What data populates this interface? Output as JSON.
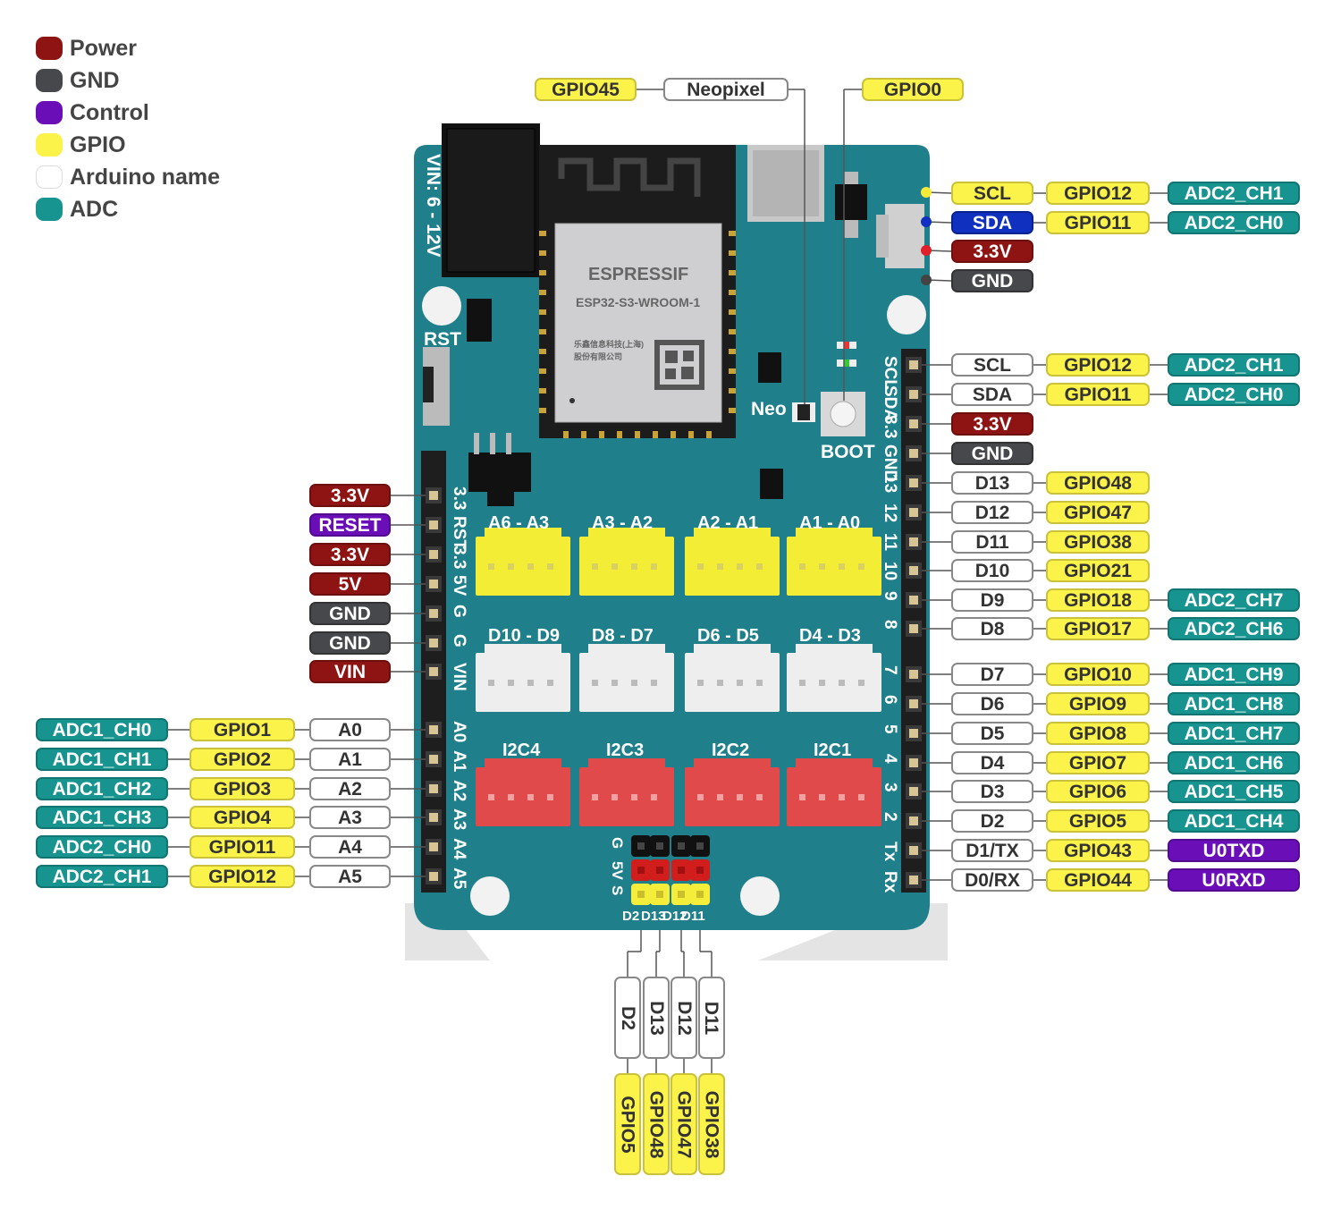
{
  "legend": [
    {
      "label": "Power",
      "color": "#8e1414"
    },
    {
      "label": "GND",
      "color": "#47484b"
    },
    {
      "label": "Control",
      "color": "#6a0fb8"
    },
    {
      "label": "GPIO",
      "color": "#fbf24a"
    },
    {
      "label": "Arduino name",
      "color": "#ffffff"
    },
    {
      "label": "ADC",
      "color": "#17948f"
    }
  ],
  "colors": {
    "board": "#1f7f8a",
    "power": "#8e1414",
    "gnd": "#47484b",
    "control": "#6a0fb8",
    "gpio": "#fbf24a",
    "arduino": "#ffffff",
    "adc": "#17948f"
  },
  "top_labels": {
    "gpio45": "GPIO45",
    "neopixel": "Neopixel",
    "gpio0": "GPIO0"
  },
  "i2c_header": [
    [
      "SCL",
      "GPIO12",
      "ADC2_CH1"
    ],
    [
      "SDA",
      "GPIO11",
      "ADC2_CH0"
    ],
    [
      "3.3V"
    ],
    [
      "GND"
    ]
  ],
  "right_header": [
    [
      "SCL",
      "GPIO12",
      "ADC2_CH1"
    ],
    [
      "SDA",
      "GPIO11",
      "ADC2_CH0"
    ],
    [
      "3.3V"
    ],
    [
      "GND"
    ],
    [
      "D13",
      "GPIO48"
    ],
    [
      "D12",
      "GPIO47"
    ],
    [
      "D11",
      "GPIO38"
    ],
    [
      "D10",
      "GPIO21"
    ],
    [
      "D9",
      "GPIO18",
      "ADC2_CH7"
    ],
    [
      "D8",
      "GPIO17",
      "ADC2_CH6"
    ],
    [
      "D7",
      "GPIO10",
      "ADC1_CH9"
    ],
    [
      "D6",
      "GPIO9",
      "ADC1_CH8"
    ],
    [
      "D5",
      "GPIO8",
      "ADC1_CH7"
    ],
    [
      "D4",
      "GPIO7",
      "ADC1_CH6"
    ],
    [
      "D3",
      "GPIO6",
      "ADC1_CH5"
    ],
    [
      "D2",
      "GPIO5",
      "ADC1_CH4"
    ],
    [
      "D1/TX",
      "GPIO43",
      "U0TXD"
    ],
    [
      "D0/RX",
      "GPIO44",
      "U0RXD"
    ]
  ],
  "left_power": [
    "3.3V",
    "RESET",
    "3.3V",
    "5V",
    "GND",
    "GND",
    "VIN"
  ],
  "left_analog": [
    [
      "ADC1_CH0",
      "GPIO1",
      "A0"
    ],
    [
      "ADC1_CH1",
      "GPIO2",
      "A1"
    ],
    [
      "ADC1_CH2",
      "GPIO3",
      "A2"
    ],
    [
      "ADC1_CH3",
      "GPIO4",
      "A3"
    ],
    [
      "ADC2_CH0",
      "GPIO11",
      "A4"
    ],
    [
      "ADC2_CH1",
      "GPIO12",
      "A5"
    ]
  ],
  "bottom": [
    [
      "D2",
      "GPIO5"
    ],
    [
      "D13",
      "GPIO48"
    ],
    [
      "D12",
      "GPIO47"
    ],
    [
      "D11",
      "GPIO38"
    ]
  ],
  "board": {
    "vin_label": "VIN: 6 - 12V",
    "rst": "RST",
    "boot": "BOOT",
    "neo": "Neo",
    "module_brand": "ESPRESSIF",
    "module_model": "ESP32-S3-WROOM-1",
    "module_maker_line1": "乐鑫信息科技(上海)",
    "module_maker_line2": "股份有限公司",
    "analog_row": [
      "A6 - A3",
      "A3 - A2",
      "A2 - A1",
      "A1 - A0"
    ],
    "digital_row": [
      "D10 - D9",
      "D8 - D7",
      "D6 - D5",
      "D4 - D3"
    ],
    "i2c_row": [
      "I2C4",
      "I2C3",
      "I2C2",
      "I2C1"
    ],
    "right_silk": [
      "SCL",
      "SDA",
      "3.3",
      "GND",
      "13",
      "12",
      "11",
      "10",
      "9",
      "8",
      "7",
      "6",
      "5",
      "4",
      "3",
      "2",
      "Tx",
      "Rx"
    ],
    "left_silk_top": [
      "3.3",
      "RST",
      "3.3",
      "5V",
      "G",
      "G",
      "VIN"
    ],
    "left_silk_bottom": [
      "A0",
      "A1",
      "A2",
      "A3",
      "A4",
      "A5"
    ],
    "bottom_silk": [
      "G",
      "5V",
      "S"
    ],
    "bottom_pin_names": [
      "D2",
      "D13",
      "D12",
      "D11"
    ]
  }
}
